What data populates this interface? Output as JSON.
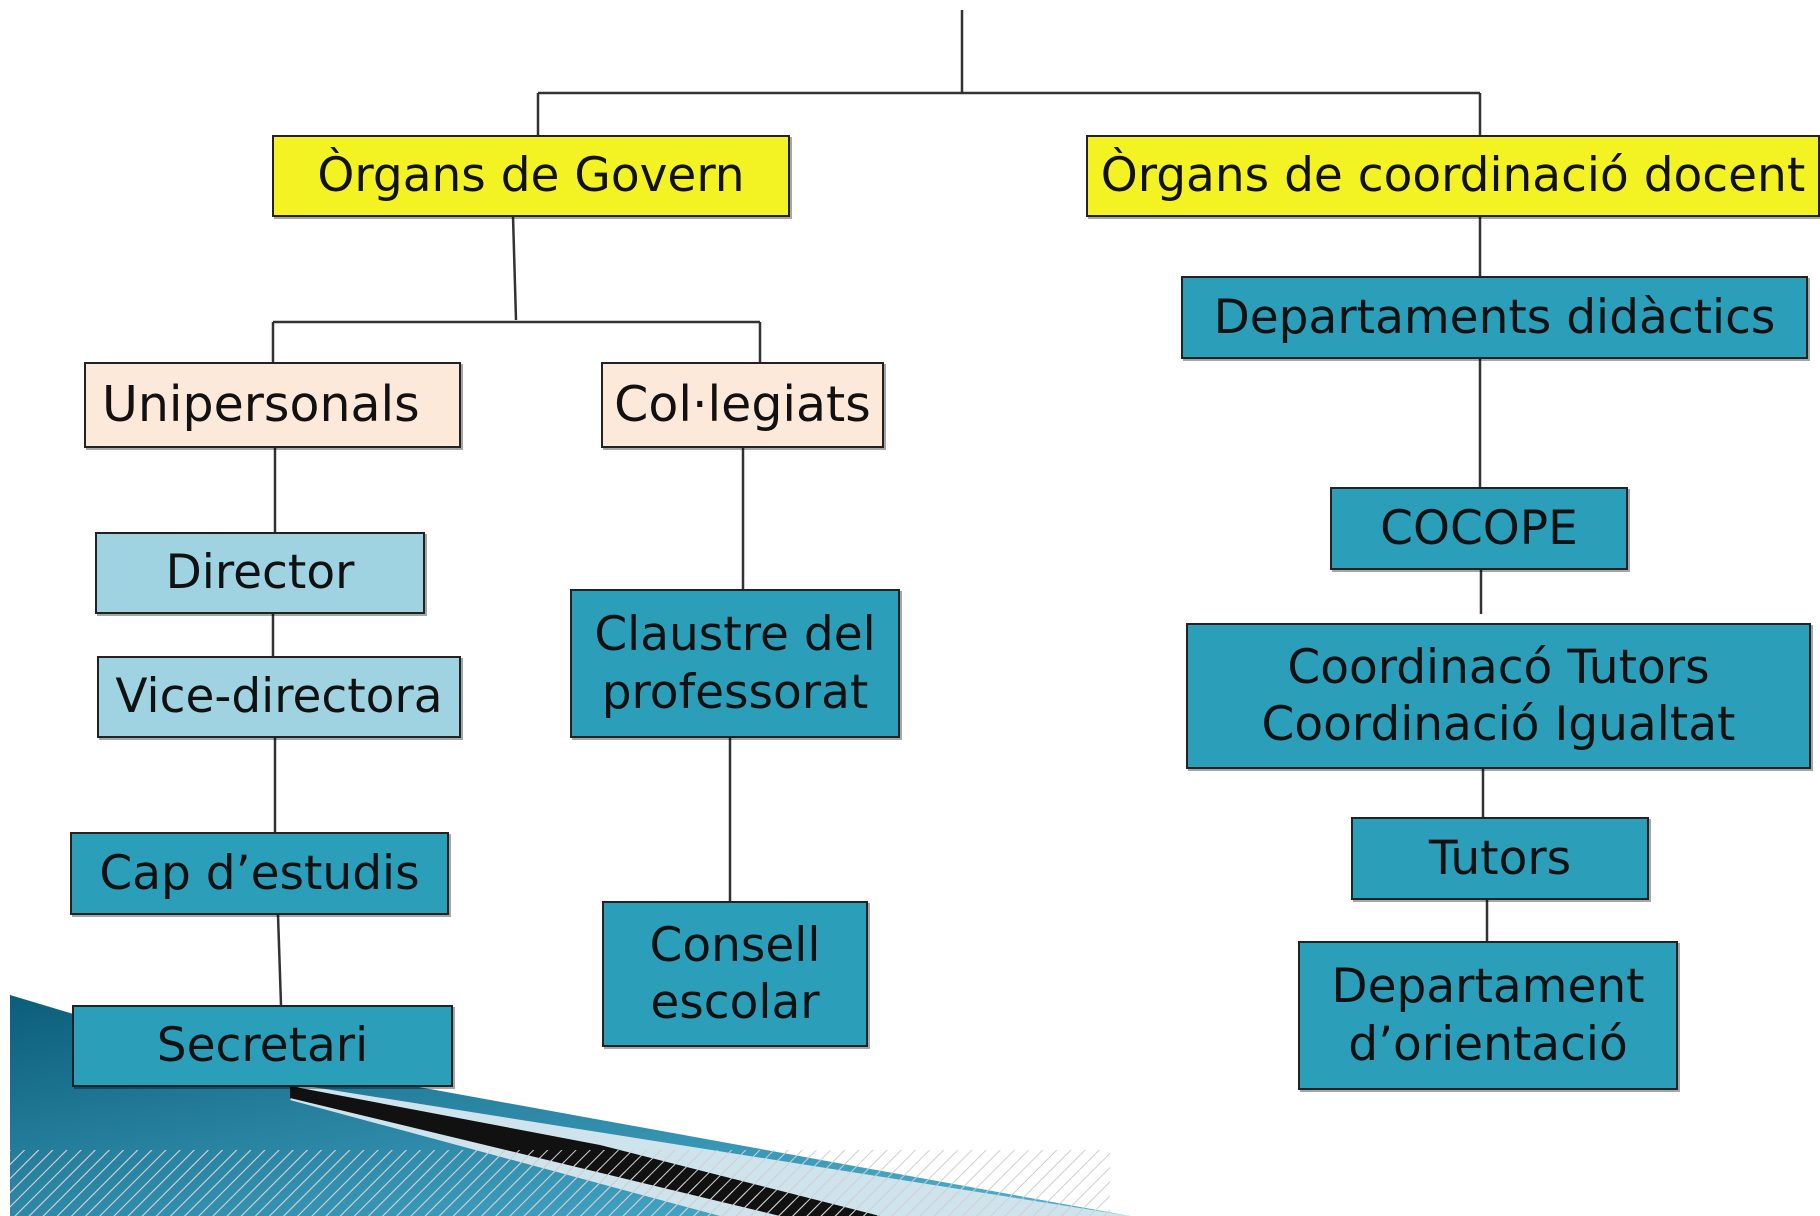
{
  "nodes": {
    "organs_govern": "Òrgans de Govern",
    "organs_coordinacio": "Òrgans de coordinació docent",
    "unipersonals": "Unipersonals",
    "collegiats": "Col·legiats",
    "director": "Director",
    "vice_directora": "Vice-directora",
    "cap_estudis": "Cap d’estudis",
    "secretari": "Secretari",
    "claustre": "Claustre del\nprofessorat",
    "consell": "Consell\nescolar",
    "departaments": "Departaments didàctics",
    "cocope": "COCOPE",
    "coordinacio": "Coordinacó Tutors\nCoordinació Igualtat",
    "tutors": "Tutors",
    "orientacio": "Departament\nd’orientació"
  },
  "colors": {
    "level1": "#f3f324",
    "level2": "#fde9da",
    "unipersonal_roles": "#a0d3e2",
    "bodies": "#2b9fba"
  }
}
